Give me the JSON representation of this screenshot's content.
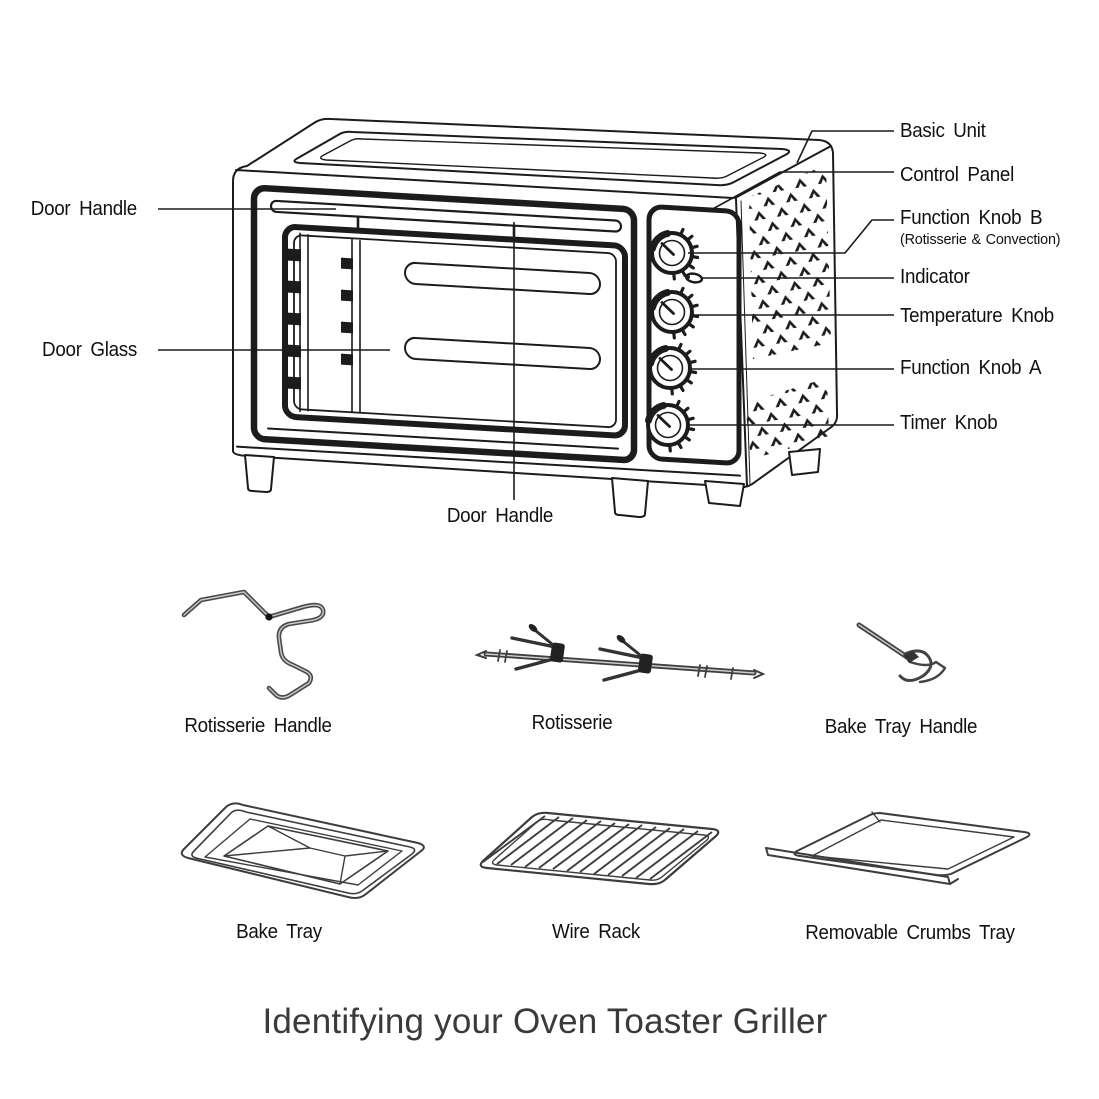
{
  "page": {
    "title": "Identifying your Oven Toaster Griller"
  },
  "oven": {
    "left_labels": [
      {
        "text": "Door Handle"
      },
      {
        "text": "Door Glass"
      }
    ],
    "right_labels": [
      {
        "text": "Basic Unit"
      },
      {
        "text": "Control Panel"
      },
      {
        "text": "Function Knob B",
        "sub": "(Rotisserie & Convection)"
      },
      {
        "text": "Indicator"
      },
      {
        "text": "Temperature Knob"
      },
      {
        "text": "Function Knob A"
      },
      {
        "text": "Timer Knob"
      }
    ],
    "bottom_label": {
      "text": "Door Handle"
    }
  },
  "accessories": [
    {
      "name": "Rotisserie Handle"
    },
    {
      "name": "Rotisserie"
    },
    {
      "name": "Bake Tray Handle"
    },
    {
      "name": "Bake Tray"
    },
    {
      "name": "Wire Rack"
    },
    {
      "name": "Removable Crumbs Tray"
    }
  ],
  "colors": {
    "line": "#1c1c1c",
    "accessory_line": "#454545",
    "label_text": "#111111",
    "title_text": "#3a3a3a",
    "background": "#ffffff"
  }
}
